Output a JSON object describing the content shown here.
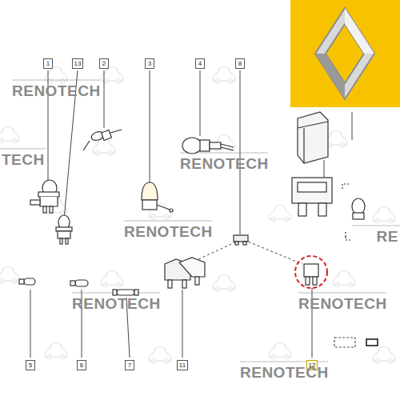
{
  "diagram": {
    "labels": [
      "1",
      "13",
      "2",
      "3",
      "4",
      "8",
      "5",
      "6",
      "7",
      "11",
      "12",
      "RENOTECH",
      "TECH",
      "RENOTECH",
      "RENOTECH",
      "RE",
      "RENOTECH",
      "RENOTECH",
      "RENOTECH"
    ]
  }
}
